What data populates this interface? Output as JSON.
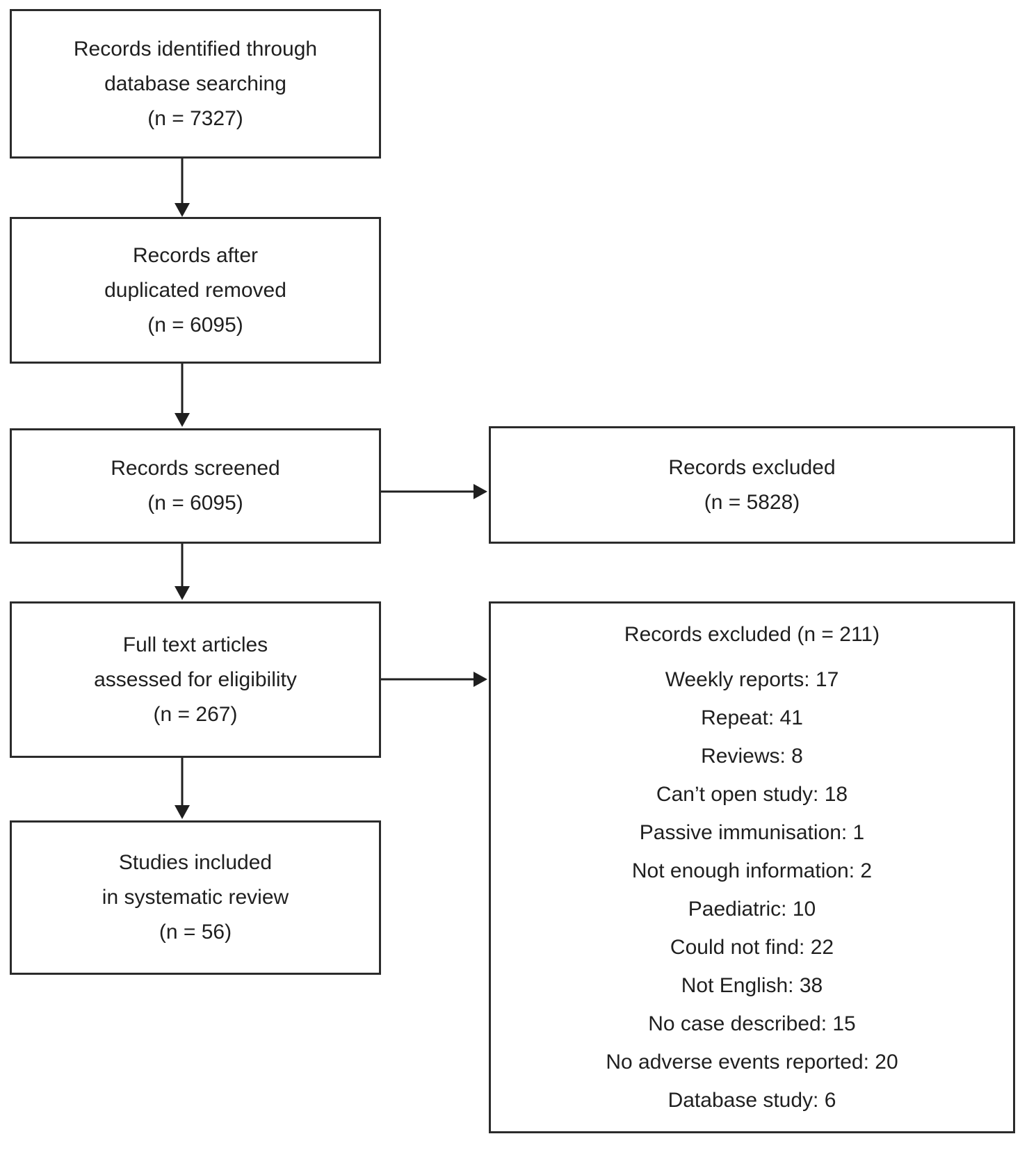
{
  "colors": {
    "box_border": "#2b2b2b",
    "text": "#1f1f1f",
    "arrow": "#1f1f1f",
    "background": "#ffffff"
  },
  "boxes": {
    "identification": {
      "lines": [
        "Records identified through",
        "database searching",
        "(n = 7327)"
      ]
    },
    "deduplicated": {
      "lines": [
        "Records after",
        "duplicated removed",
        "(n = 6095)"
      ]
    },
    "screened": {
      "lines": [
        "Records screened",
        "(n = 6095)"
      ]
    },
    "screening_excluded": {
      "lines": [
        "Records excluded",
        "(n = 5828)"
      ]
    },
    "eligibility": {
      "lines": [
        "Full text articles",
        "assessed for eligibility",
        "(n = 267)"
      ]
    },
    "fulltext_excluded": {
      "title": "Records excluded (n = 211)",
      "items": [
        "Weekly reports: 17",
        "Repeat: 41",
        "Reviews: 8",
        "Can’t open study: 18",
        "Passive immunisation: 1",
        "Not enough information: 2",
        "Paediatric: 10",
        "Could not find: 22",
        "Not English: 38",
        "No case described: 15",
        "No adverse events reported: 20",
        "Database study: 6"
      ]
    },
    "included": {
      "lines": [
        "Studies included",
        "in systematic review",
        "(n = 56)"
      ]
    }
  }
}
